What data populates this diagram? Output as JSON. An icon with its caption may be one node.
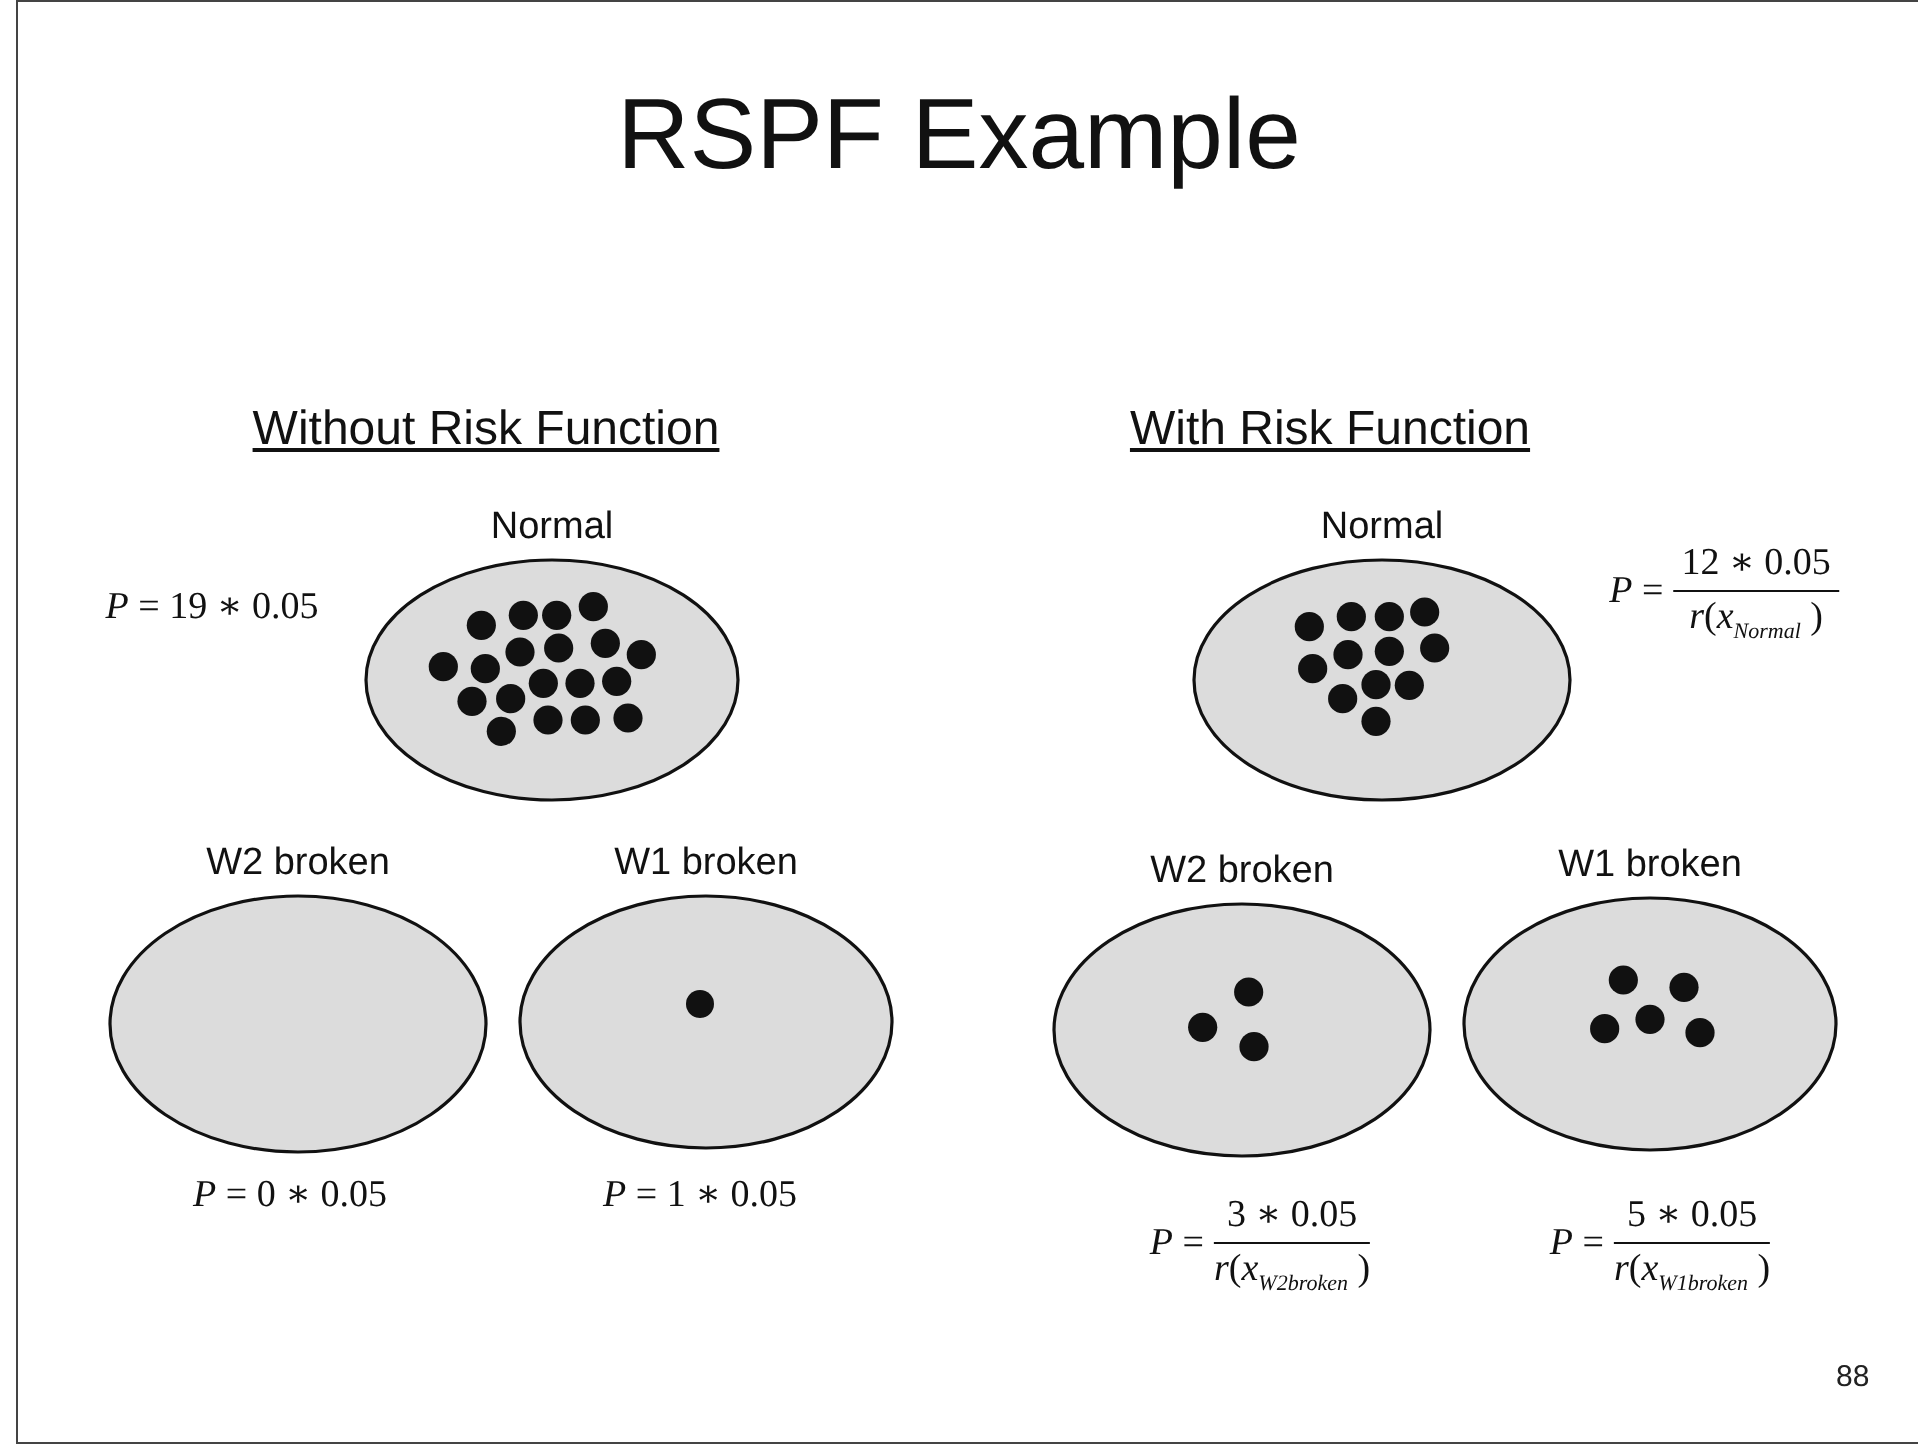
{
  "diagram": {
    "title": "RSPF Example",
    "nodes": [
      {
        "text": [
          "Normal"
        ],
        "beside": [
          "*P* = 19 ∗ 0.05"
        ]
      },
      {
        "text": [
          "W2 broken"
        ],
        "beside": [
          "*P* = 0 ∗ 0.05"
        ]
      },
      {
        "text": [
          "W1 broken"
        ],
        "beside": [
          "*P* = 1 ∗ 0.05"
        ]
      },
      {
        "text": [
          "Normal"
        ],
        "beside": [
          "*P* =",
          "12 ∗ 0.05",
          "*r*(*x*$_{Normal}$ )"
        ]
      },
      {
        "text": [
          "W2 broken"
        ],
        "beside": [
          "*P* =",
          "3 ∗ 0.05",
          "*r*(*x*$_{W2broken}$ )"
        ]
      },
      {
        "text": [
          "W1 broken"
        ],
        "beside": [
          "*P* =",
          "5 ∗ 0.05",
          "*r*(*x*$_{W1broken}$ )"
        ]
      }
    ],
    "labels": [
      "Without Risk Function",
      "With Risk Function",
      "88"
    ]
  }
}
